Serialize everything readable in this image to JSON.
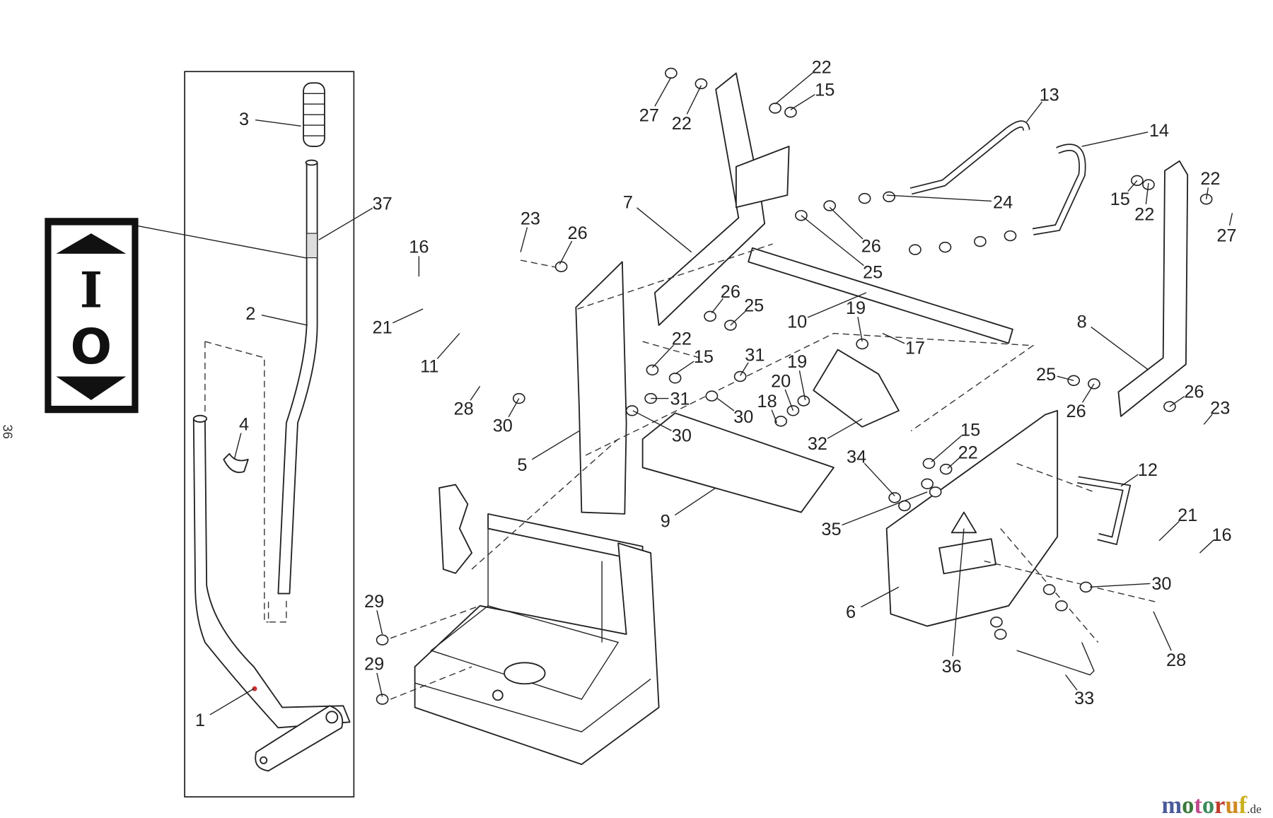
{
  "page_number": "36",
  "decal": {
    "on_symbol": "I",
    "off_symbol": "O"
  },
  "watermark": {
    "letters": [
      "m",
      "o",
      "t",
      "o",
      "r",
      "u",
      "f"
    ],
    "colors": [
      "#4a5a9a",
      "#3a7a3a",
      "#c04a90",
      "#3a8a5a",
      "#c03a2a",
      "#d08a20",
      "#c8b020"
    ],
    "suffix": ".de"
  },
  "callouts": [
    "3",
    "37",
    "2",
    "4",
    "1",
    "16",
    "21",
    "11",
    "23",
    "26",
    "28",
    "30",
    "5",
    "7",
    "27",
    "22",
    "22",
    "15",
    "13",
    "14",
    "24",
    "26",
    "25",
    "26",
    "25",
    "10",
    "19",
    "17",
    "22",
    "15",
    "31",
    "19",
    "20",
    "18",
    "31",
    "30",
    "30",
    "32",
    "9",
    "8",
    "25",
    "26",
    "26",
    "23",
    "15",
    "22",
    "22",
    "27",
    "15",
    "22",
    "34",
    "35",
    "12",
    "21",
    "16",
    "30",
    "6",
    "36",
    "28",
    "33",
    "29",
    "29"
  ]
}
